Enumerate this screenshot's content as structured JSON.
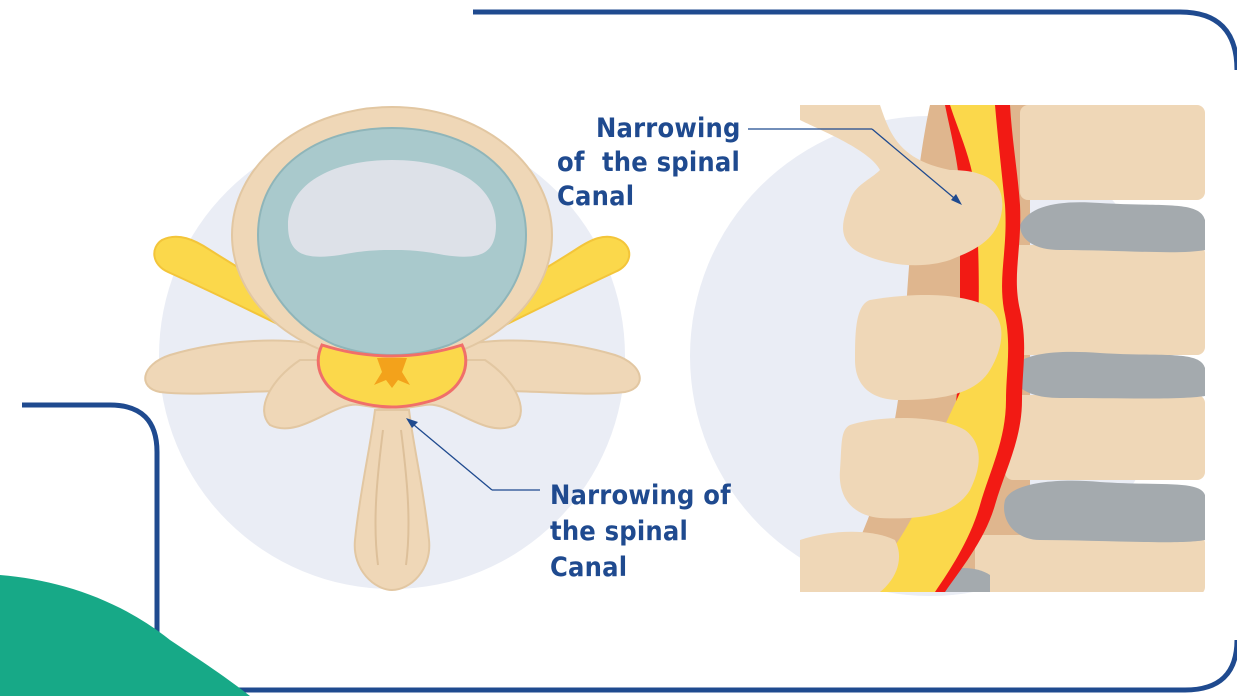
{
  "labels": {
    "top": {
      "line1": "Narrowing",
      "line2": "of  the spinal",
      "line3": "Canal"
    },
    "bottom": {
      "line1": "Narrowing of",
      "line2": "the spinal",
      "line3": "Canal"
    }
  },
  "colors": {
    "frame_blue": "#1f4a8f",
    "accent_green": "#17a987",
    "bone": "#efd7b7",
    "disc_teal": "#a9c9cc",
    "nerve_yellow": "#fbd84b",
    "inflamed_red": "#f21a14",
    "cartilage_grey": "#a4aaae",
    "backdrop": "#eaedf5"
  }
}
